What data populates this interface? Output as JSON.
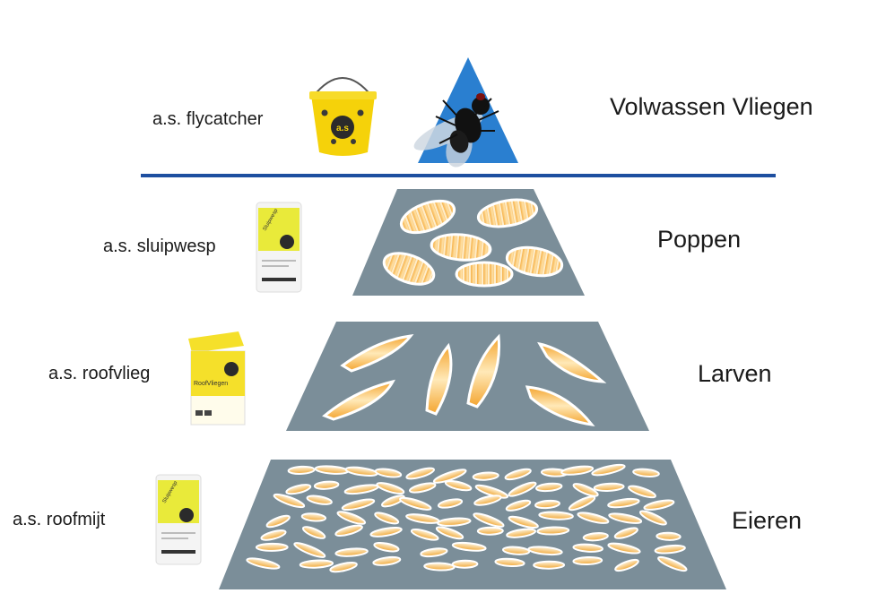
{
  "stages": [
    {
      "name": "Volwassen Vliegen",
      "product": "a.s. flycatcher"
    },
    {
      "name": "Poppen",
      "product": "a.s. sluipwesp"
    },
    {
      "name": "Larven",
      "product": "a.s. roofvlieg"
    },
    {
      "name": "Eieren",
      "product": "a.s. roofmijt"
    }
  ],
  "packaging": {
    "bucket_logo": "a.s",
    "sluipwesp_tube": "Sluipwesp",
    "roofvlieg_carton": "RoofVliegen",
    "roofmijt_tube": "Sluipwesp"
  },
  "colors": {
    "trapezoid": "#7b8e99",
    "divider": "#1e4fa0",
    "triangle": "#2a7fd0",
    "brand_yellow": "#f5d20a",
    "insect_orange": "#f0a838"
  }
}
